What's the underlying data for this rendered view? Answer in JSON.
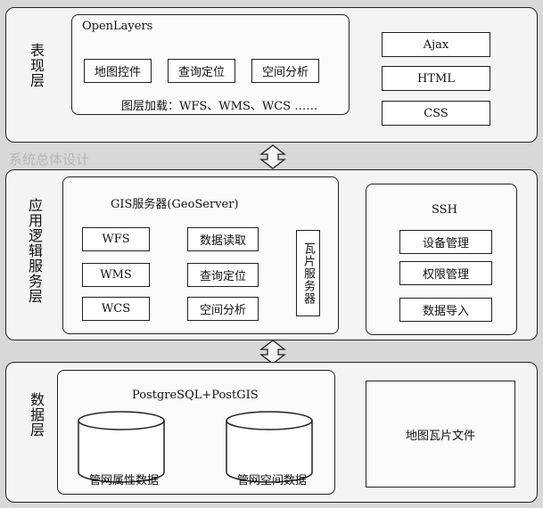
{
  "layers": {
    "presentation": {
      "label": "表现层",
      "openlayers": {
        "title": "OpenLayers",
        "controls": [
          "地图控件",
          "查询定位",
          "空间分析"
        ],
        "loading": "图层加载：WFS、WMS、WCS ……"
      },
      "web_tech": [
        "Ajax",
        "HTML",
        "CSS"
      ]
    },
    "app_service": {
      "label": "应用逻辑服务层",
      "gis": {
        "title": "GIS服务器(GeoServer)",
        "left": [
          "WFS",
          "WMS",
          "WCS"
        ],
        "right": [
          "数据读取",
          "查询定位",
          "空间分析"
        ],
        "tile_service": "瓦片服务器"
      },
      "ssh": {
        "title": "SSH",
        "items": [
          "设备管理",
          "权限管理",
          "数据导入"
        ]
      }
    },
    "data": {
      "label": "数据层",
      "db": {
        "title": "PostgreSQL+PostGIS",
        "stores": [
          "管网属性数据",
          "管网空间数据"
        ]
      },
      "tiles": "地图瓦片文件"
    }
  }
}
